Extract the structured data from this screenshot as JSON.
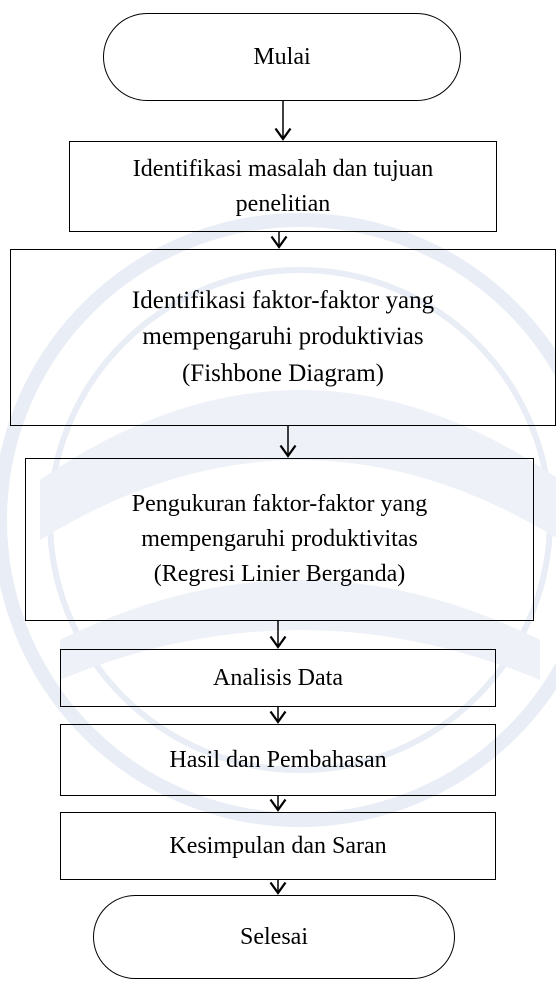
{
  "flowchart": {
    "start": {
      "label": "Mulai"
    },
    "steps": [
      {
        "label": "Identifikasi  masalah  dan tujuan\npenelitian"
      },
      {
        "label": "Identifikasi  faktor-faktor  yang\nmempengaruhi  produktivias\n(Fishbone  Diagram)"
      },
      {
        "label": "Pengukuran  faktor-faktor  yang\nmempengaruhi  produktivitas\n(Regresi  Linier  Berganda)"
      },
      {
        "label": "Analisis  Data"
      },
      {
        "label": "Hasil  dan Pembahasan"
      },
      {
        "label": "Kesimpulan  dan Saran"
      }
    ],
    "end": {
      "label": "Selesai"
    }
  },
  "colors": {
    "line": "#000000",
    "text": "#000000",
    "watermark": "#e9edf5"
  }
}
